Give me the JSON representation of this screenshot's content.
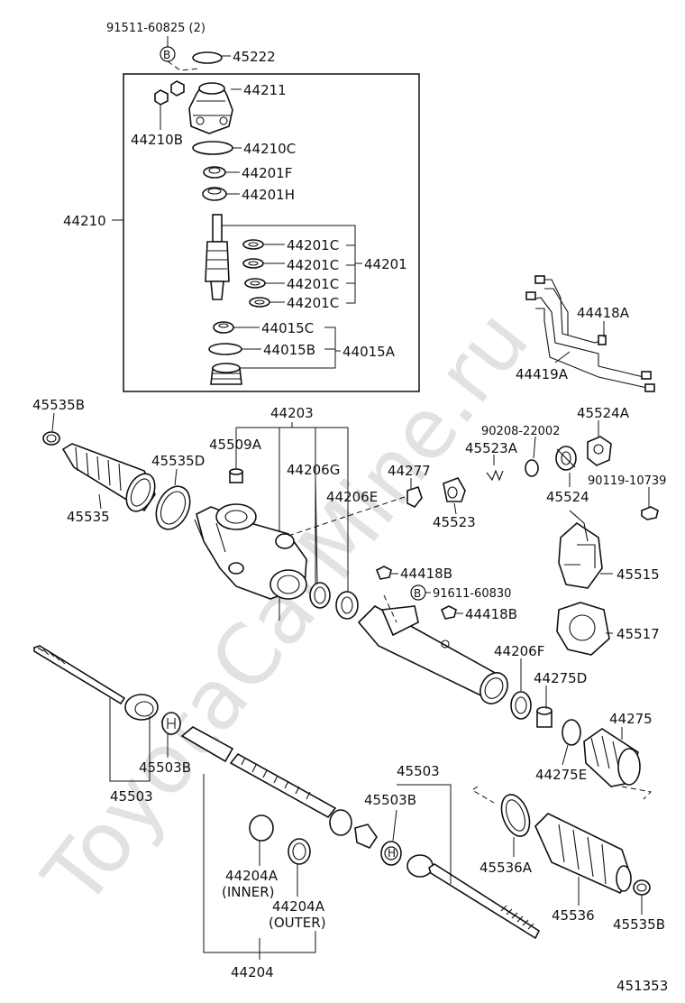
{
  "watermark": "ToyotaCarMine.ru",
  "diagram_number": "451353",
  "marker_b": "B",
  "marker_h": "H",
  "labels": {
    "bolt_91511": "91511-60825 (2)",
    "p45222": "45222",
    "p44211": "44211",
    "p44210B": "44210B",
    "p44210C": "44210C",
    "p44201F": "44201F",
    "p44201H": "44201H",
    "p44210": "44210",
    "p44201C_1": "44201C",
    "p44201C_2": "44201C",
    "p44201C_3": "44201C",
    "p44201C_4": "44201C",
    "p44201": "44201",
    "p44015C": "44015C",
    "p44015B": "44015B",
    "p44015A": "44015A",
    "p44418A": "44418A",
    "p44419A": "44419A",
    "p45535B_top": "45535B",
    "p44203": "44203",
    "p45509A": "45509A",
    "p45535D": "45535D",
    "p44206G": "44206G",
    "p44277": "44277",
    "p44206E": "44206E",
    "p45535": "45535",
    "p90208": "90208-22002",
    "p45524A": "45524A",
    "p45523A": "45523A",
    "p45523": "45523",
    "p45524": "45524",
    "p90119": "90119-10739",
    "p45515": "45515",
    "p44418B_1": "44418B",
    "p91611": "91611-60830",
    "p44418B_2": "44418B",
    "p45517": "45517",
    "p44206F": "44206F",
    "p44275D": "44275D",
    "p44275": "44275",
    "p44275E": "44275E",
    "p45503B_left": "45503B",
    "p45503_left": "45503",
    "p45503_right": "45503",
    "p45503B_right": "45503B",
    "p44204A_inner": "44204A",
    "inner_text": "(INNER)",
    "p44204A_outer": "44204A",
    "outer_text": "(OUTER)",
    "p44204": "44204",
    "p45536A": "45536A",
    "p45536": "45536",
    "p45535B_bottom": "45535B"
  }
}
